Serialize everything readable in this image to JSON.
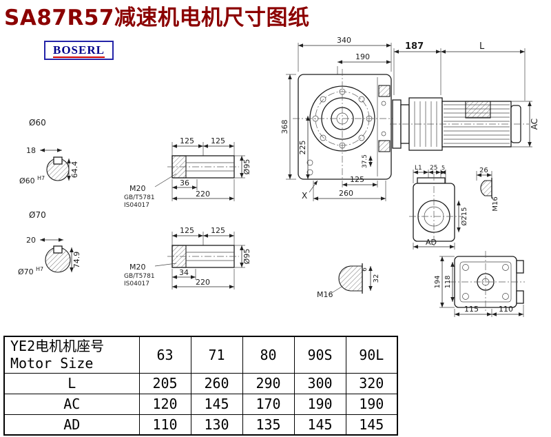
{
  "title": "SA87R57减速机电机尺寸图纸",
  "logo": "BOSERL",
  "colors": {
    "title_color": "#8b0000",
    "logo_text": "#00008b",
    "logo_border": "#2323a8",
    "logo_underline": "#cc0000",
    "ink": "#1b1b1b",
    "table_border": "#000000"
  },
  "d": {
    "o60": "Ø60",
    "k18": "18",
    "h644": "64.4",
    "o60b": "Ø60",
    "o60t": "H7",
    "o70": "Ø70",
    "k20": "20",
    "h749": "74.9",
    "o70b": "Ø70",
    "o70t": "H7",
    "s1_125a": "125",
    "s1_125b": "125",
    "s1_m20": "M20",
    "s1_gb": "GB/T5781",
    "s1_iso": "IS04017",
    "s1_36": "36",
    "s1_220": "220",
    "s1_o95": "Ø95",
    "s2_125a": "125",
    "s2_125b": "125",
    "s2_m20": "M20",
    "s2_gb": "GB/T5781",
    "s2_iso": "IS04017",
    "s2_34": "34",
    "s2_220": "220",
    "s2_o95": "Ø95",
    "m340": "340",
    "m190": "190",
    "m368": "368",
    "m225": "225",
    "m375": "37.5",
    "m125": "125",
    "m260": "260",
    "mx": "X",
    "mo187": "187",
    "moL": "L",
    "moAC": "AC",
    "svL1": "L1",
    "sv25": "25",
    "sv5": "5",
    "sv26": "26",
    "svO215": "Ø215",
    "svM16": "M16",
    "svAD": "AD",
    "rv194": "194",
    "rv118": "118",
    "rv115": "115",
    "rv110": "110",
    "plM16": "M16",
    "pl6": "6",
    "pl32": "32"
  },
  "table": {
    "header_cn": "YE2电机机座号",
    "header_en": "Motor Size",
    "sizes": [
      "63",
      "71",
      "80",
      "90S",
      "90L"
    ],
    "rows": [
      {
        "label": "L",
        "values": [
          "205",
          "260",
          "290",
          "300",
          "320"
        ]
      },
      {
        "label": "AC",
        "values": [
          "120",
          "145",
          "170",
          "190",
          "190"
        ]
      },
      {
        "label": "AD",
        "values": [
          "110",
          "130",
          "135",
          "145",
          "145"
        ]
      }
    ]
  }
}
